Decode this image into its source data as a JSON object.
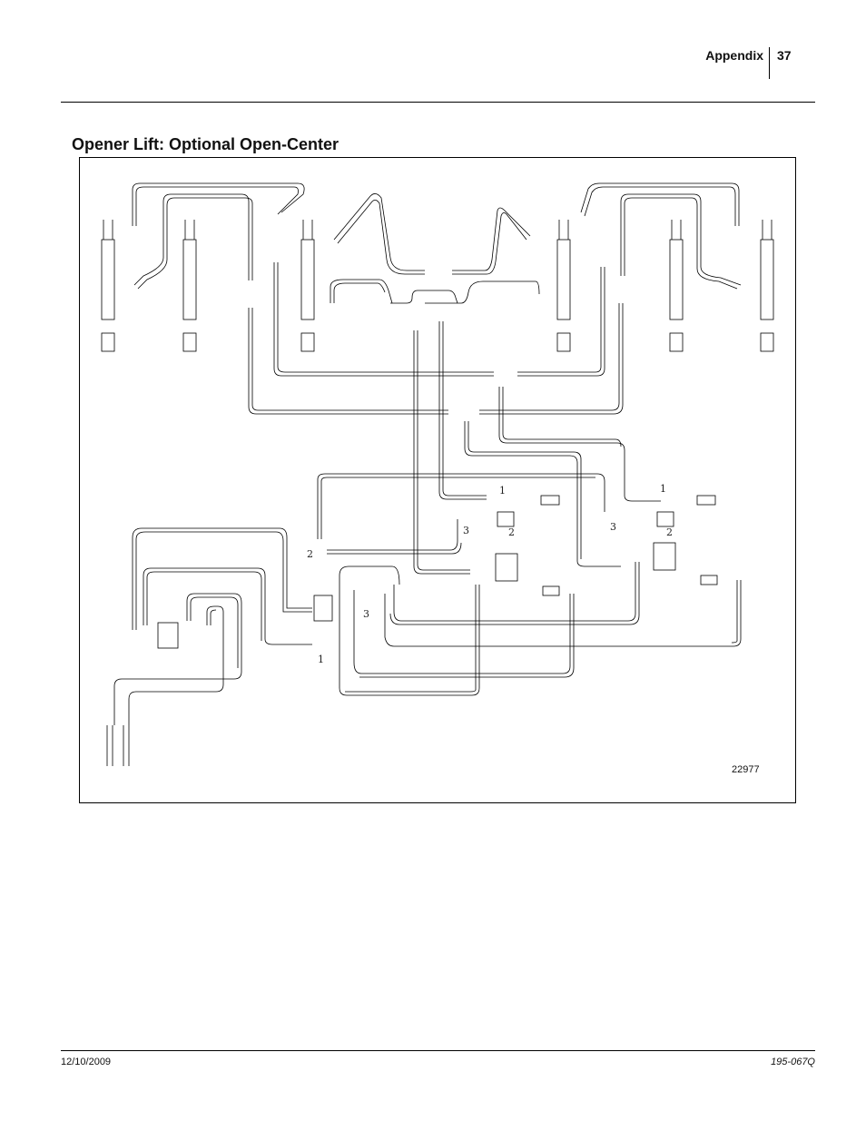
{
  "header": {
    "section": "Appendix",
    "page_number": "37"
  },
  "title": "Opener Lift: Optional Open-Center",
  "figure": {
    "figure_number": "22977",
    "callouts": [
      "1",
      "2",
      "3",
      "1",
      "2",
      "3",
      "2",
      "3",
      "1"
    ]
  },
  "footer": {
    "date": "12/10/2009",
    "doc_number": "195-067Q"
  }
}
